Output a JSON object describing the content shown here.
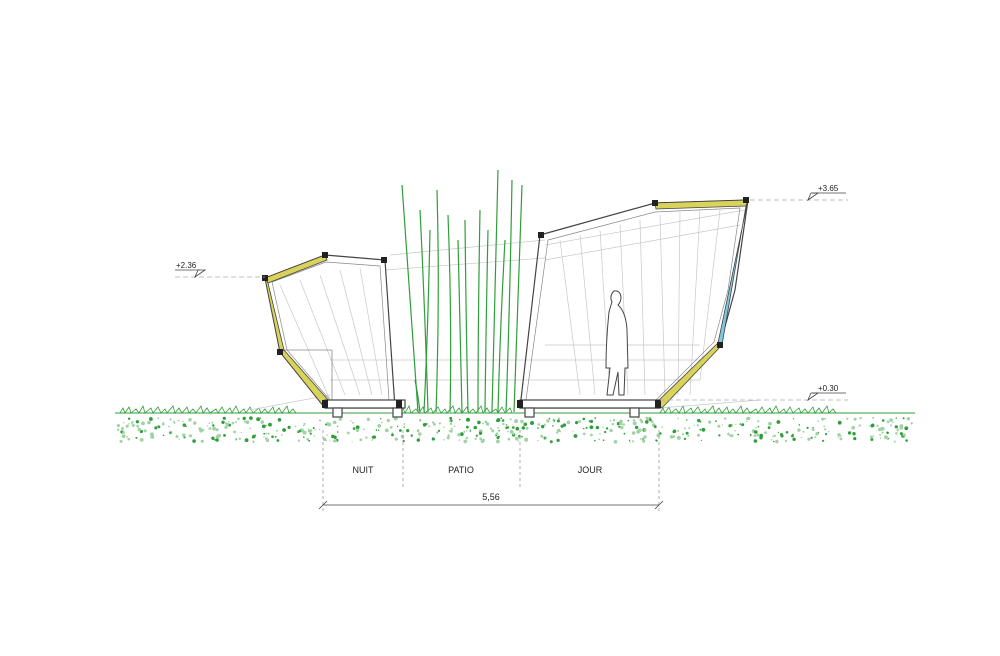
{
  "levels": {
    "left": "+2.36",
    "right_top": "+3.65",
    "right_floor": "+0.30"
  },
  "rooms": {
    "night": "NUIT",
    "patio": "PATIO",
    "day": "JOUR"
  },
  "dimension": {
    "total": "5,56"
  },
  "colors": {
    "line": "#444444",
    "light_line": "#c8c8c8",
    "grass": "#2e9e3a",
    "insulation": "#d9d35a",
    "glazing": "#7ec8e0"
  }
}
